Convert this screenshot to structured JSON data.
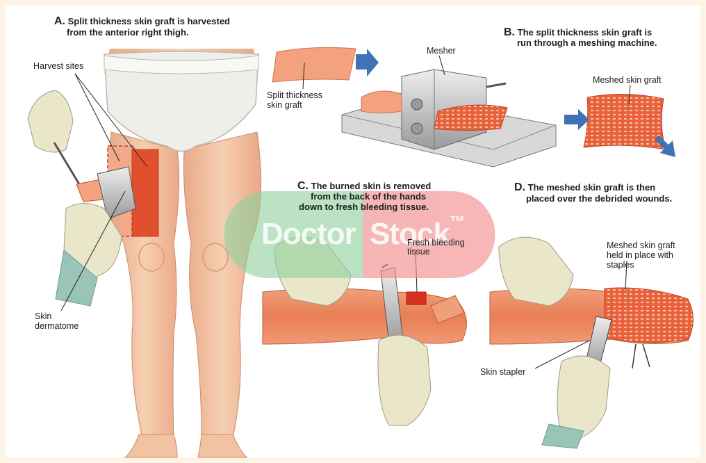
{
  "steps": {
    "a": {
      "letter": "A.",
      "line1": "Split thickness skin graft is harvested",
      "line2": "from the anterior right thigh."
    },
    "b": {
      "letter": "B.",
      "line1": "The split thickness skin graft is",
      "line2": "run through a meshing machine."
    },
    "c": {
      "letter": "C.",
      "line1": "The burned skin is removed",
      "line2": "from the back of the hands",
      "line3": "down to fresh bleeding tissue."
    },
    "d": {
      "letter": "D.",
      "line1": "The meshed skin graft is then",
      "line2": "placed over the debrided wounds."
    }
  },
  "labels": {
    "harvest_sites": "Harvest sites",
    "skin_dermatome_1": "Skin",
    "skin_dermatome_2": "dermatome",
    "split_graft_1": "Split thickness",
    "split_graft_2": "skin graft",
    "mesher": "Mesher",
    "meshed_graft": "Meshed skin graft",
    "fresh_bleeding_1": "Fresh bleeding",
    "fresh_bleeding_2": "tissue",
    "meshed_held_1": "Meshed skin graft",
    "meshed_held_2": "held in place with",
    "meshed_held_3": "staples",
    "skin_stapler": "Skin stapler"
  },
  "watermark": {
    "word1": "Doctor",
    "word2": "Stock",
    "mark": "™"
  },
  "colors": {
    "background": "#fdf3e7",
    "skin": "#f2c3a0",
    "graft": "#e8613a",
    "glove": "#e9e6c9",
    "arrow": "#3e73b8",
    "wm_green": "#8fd19e",
    "wm_red": "#f28a8a"
  }
}
